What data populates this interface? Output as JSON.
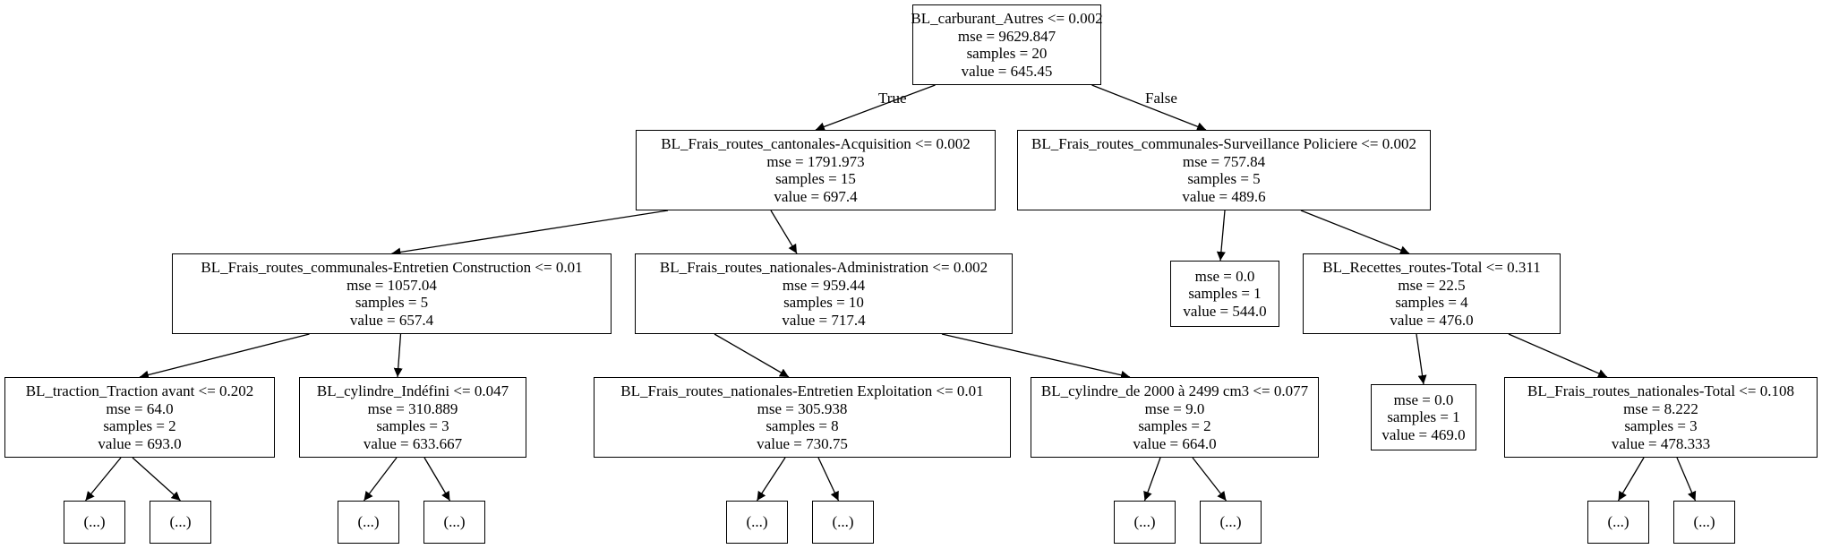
{
  "nodes": [
    {
      "id": "n0",
      "lines": [
        "BL_carburant_Autres <= 0.002",
        "mse = 9629.847",
        "samples = 20",
        "value = 645.45"
      ]
    },
    {
      "id": "n1",
      "lines": [
        "BL_Frais_routes_cantonales-Acquisition <= 0.002",
        "mse = 1791.973",
        "samples = 15",
        "value = 697.4"
      ]
    },
    {
      "id": "n2",
      "lines": [
        "BL_Frais_routes_communales-Surveillance Policiere <= 0.002",
        "mse = 757.84",
        "samples = 5",
        "value = 489.6"
      ]
    },
    {
      "id": "n3",
      "lines": [
        "BL_Frais_routes_communales-Entretien Construction <= 0.01",
        "mse = 1057.04",
        "samples = 5",
        "value = 657.4"
      ]
    },
    {
      "id": "n4",
      "lines": [
        "BL_Frais_routes_nationales-Administration <= 0.002",
        "mse = 959.44",
        "samples = 10",
        "value = 717.4"
      ]
    },
    {
      "id": "n5",
      "lines": [
        "mse = 0.0",
        "samples = 1",
        "value = 544.0"
      ]
    },
    {
      "id": "n6",
      "lines": [
        "BL_Recettes_routes-Total <= 0.311",
        "mse = 22.5",
        "samples = 4",
        "value = 476.0"
      ]
    },
    {
      "id": "n7",
      "lines": [
        "BL_traction_Traction avant <= 0.202",
        "mse = 64.0",
        "samples = 2",
        "value = 693.0"
      ]
    },
    {
      "id": "n8",
      "lines": [
        "BL_cylindre_Indéfini <= 0.047",
        "mse = 310.889",
        "samples = 3",
        "value = 633.667"
      ]
    },
    {
      "id": "n9",
      "lines": [
        "BL_Frais_routes_nationales-Entretien Exploitation <= 0.01",
        "mse = 305.938",
        "samples = 8",
        "value = 730.75"
      ]
    },
    {
      "id": "n10",
      "lines": [
        "BL_cylindre_de 2000 à 2499 cm3 <= 0.077",
        "mse = 9.0",
        "samples = 2",
        "value = 664.0"
      ]
    },
    {
      "id": "n11",
      "lines": [
        "mse = 0.0",
        "samples = 1",
        "value = 469.0"
      ]
    },
    {
      "id": "n12",
      "lines": [
        "BL_Frais_routes_nationales-Total <= 0.108",
        "mse = 8.222",
        "samples = 3",
        "value = 478.333"
      ]
    },
    {
      "id": "t1",
      "lines": [
        "(...)"
      ]
    },
    {
      "id": "t2",
      "lines": [
        "(...)"
      ]
    },
    {
      "id": "t3",
      "lines": [
        "(...)"
      ]
    },
    {
      "id": "t4",
      "lines": [
        "(...)"
      ]
    },
    {
      "id": "t5",
      "lines": [
        "(...)"
      ]
    },
    {
      "id": "t6",
      "lines": [
        "(...)"
      ]
    },
    {
      "id": "t7",
      "lines": [
        "(...)"
      ]
    },
    {
      "id": "t8",
      "lines": [
        "(...)"
      ]
    },
    {
      "id": "t9",
      "lines": [
        "(...)"
      ]
    },
    {
      "id": "t10",
      "lines": [
        "(...)"
      ]
    }
  ],
  "edges": [
    {
      "from": "n0",
      "to": "n1",
      "label": "True"
    },
    {
      "from": "n0",
      "to": "n2",
      "label": "False"
    },
    {
      "from": "n1",
      "to": "n3"
    },
    {
      "from": "n1",
      "to": "n4"
    },
    {
      "from": "n2",
      "to": "n5"
    },
    {
      "from": "n2",
      "to": "n6"
    },
    {
      "from": "n3",
      "to": "n7"
    },
    {
      "from": "n3",
      "to": "n8"
    },
    {
      "from": "n4",
      "to": "n9"
    },
    {
      "from": "n4",
      "to": "n10"
    },
    {
      "from": "n6",
      "to": "n11"
    },
    {
      "from": "n6",
      "to": "n12"
    },
    {
      "from": "n7",
      "to": "t1"
    },
    {
      "from": "n7",
      "to": "t2"
    },
    {
      "from": "n8",
      "to": "t3"
    },
    {
      "from": "n8",
      "to": "t4"
    },
    {
      "from": "n9",
      "to": "t5"
    },
    {
      "from": "n9",
      "to": "t6"
    },
    {
      "from": "n10",
      "to": "t7"
    },
    {
      "from": "n10",
      "to": "t8"
    },
    {
      "from": "n12",
      "to": "t9"
    },
    {
      "from": "n12",
      "to": "t10"
    }
  ]
}
